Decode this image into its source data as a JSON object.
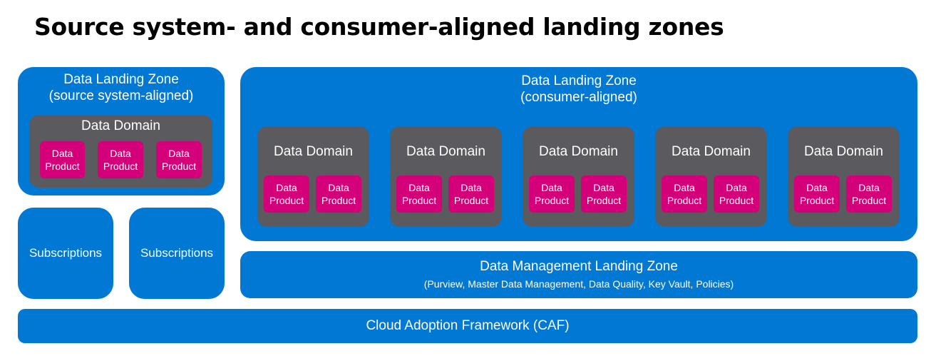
{
  "title": "Source system- and consumer-aligned landing zones",
  "source_zone": {
    "title_line1": "Data Landing Zone",
    "title_line2": "(source system-aligned)",
    "domain": {
      "label": "Data Domain",
      "products": [
        {
          "line1": "Data",
          "line2": "Product"
        },
        {
          "line1": "Data",
          "line2": "Product"
        },
        {
          "line1": "Data",
          "line2": "Product"
        }
      ]
    }
  },
  "consumer_zone": {
    "title_line1": "Data Landing Zone",
    "title_line2": "(consumer-aligned)",
    "domains": [
      {
        "label": "Data Domain",
        "products": [
          {
            "line1": "Data",
            "line2": "Product"
          },
          {
            "line1": "Data",
            "line2": "Product"
          }
        ]
      },
      {
        "label": "Data Domain",
        "products": [
          {
            "line1": "Data",
            "line2": "Product"
          },
          {
            "line1": "Data",
            "line2": "Product"
          }
        ]
      },
      {
        "label": "Data Domain",
        "products": [
          {
            "line1": "Data",
            "line2": "Product"
          },
          {
            "line1": "Data",
            "line2": "Product"
          }
        ]
      },
      {
        "label": "Data Domain",
        "products": [
          {
            "line1": "Data",
            "line2": "Product"
          },
          {
            "line1": "Data",
            "line2": "Product"
          }
        ]
      },
      {
        "label": "Data Domain",
        "products": [
          {
            "line1": "Data",
            "line2": "Product"
          },
          {
            "line1": "Data",
            "line2": "Product"
          }
        ]
      }
    ]
  },
  "subscriptions": [
    "Subscriptions",
    "Subscriptions"
  ],
  "management_zone": {
    "title": "Data Management Landing Zone",
    "subtitle": "(Purview, Master Data Management, Data Quality, Key Vault, Policies)"
  },
  "caf": {
    "label": "Cloud Adoption Framework (CAF)"
  },
  "colors": {
    "zone_blue": "#0078d4",
    "domain_grey": "#5b5a5f",
    "product_pink": "#d4007a"
  }
}
